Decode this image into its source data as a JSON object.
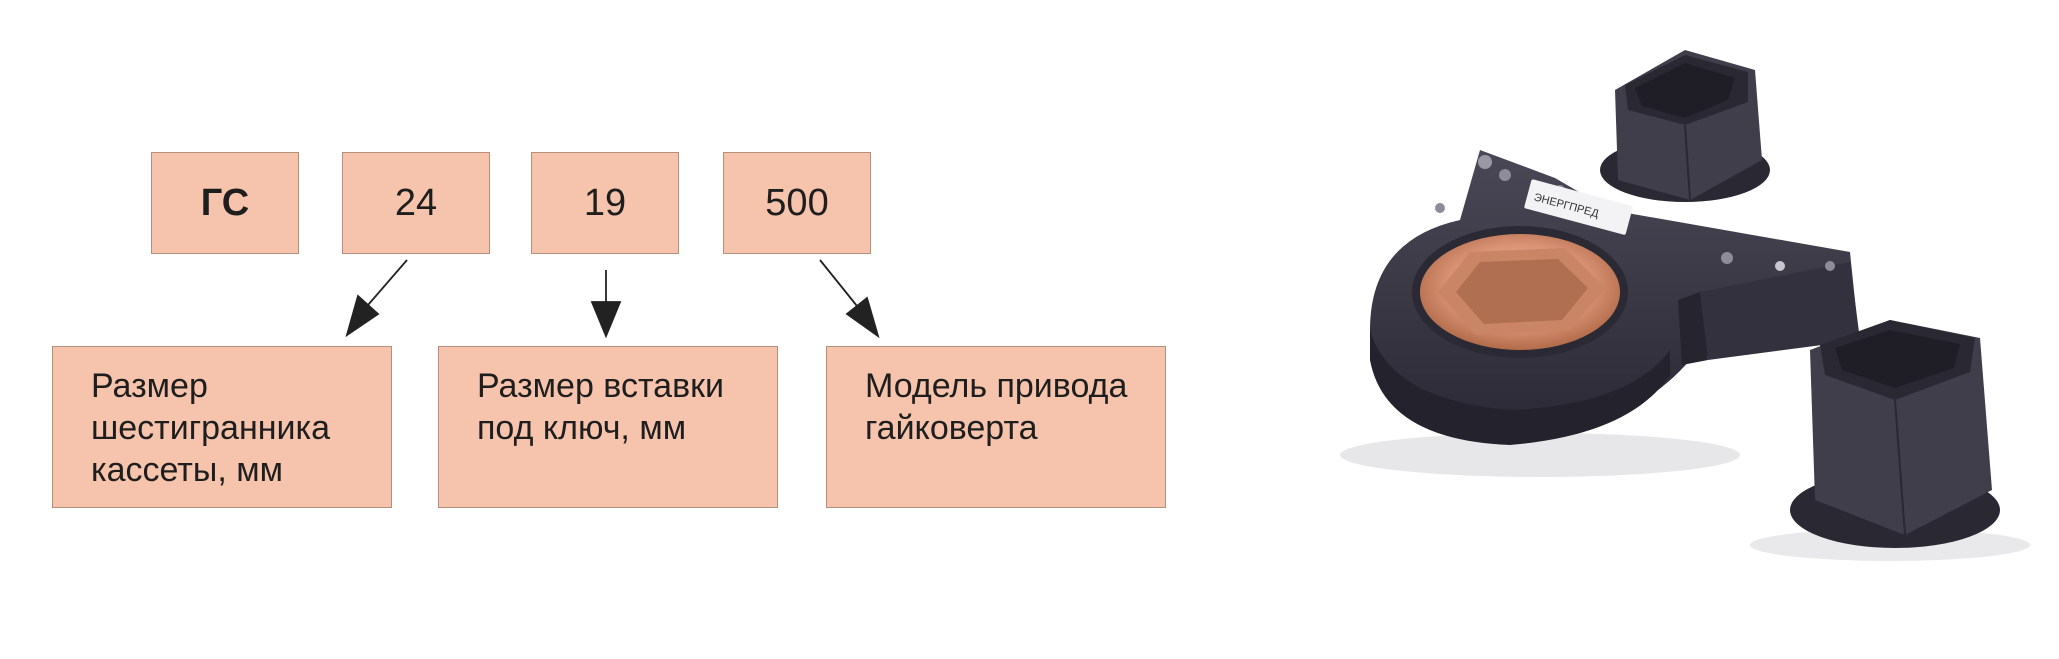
{
  "codes": [
    {
      "text": "ГС"
    },
    {
      "text": "24"
    },
    {
      "text": "19"
    },
    {
      "text": "500"
    }
  ],
  "descriptions": [
    {
      "lines": [
        "Размер",
        "шестигранника",
        "кассеты, мм"
      ]
    },
    {
      "lines": [
        "Размер вставки",
        "под ключ, мм"
      ]
    },
    {
      "lines": [
        "Модель привода",
        "гайковерта"
      ]
    }
  ],
  "product_label": "ЭНЕРГПРЕД",
  "colors": {
    "box_fill": "#f6c3ac",
    "box_border": "#b58f7e",
    "arrow": "#222222",
    "tool_body": "#3b3946",
    "copper": "#d99275"
  }
}
